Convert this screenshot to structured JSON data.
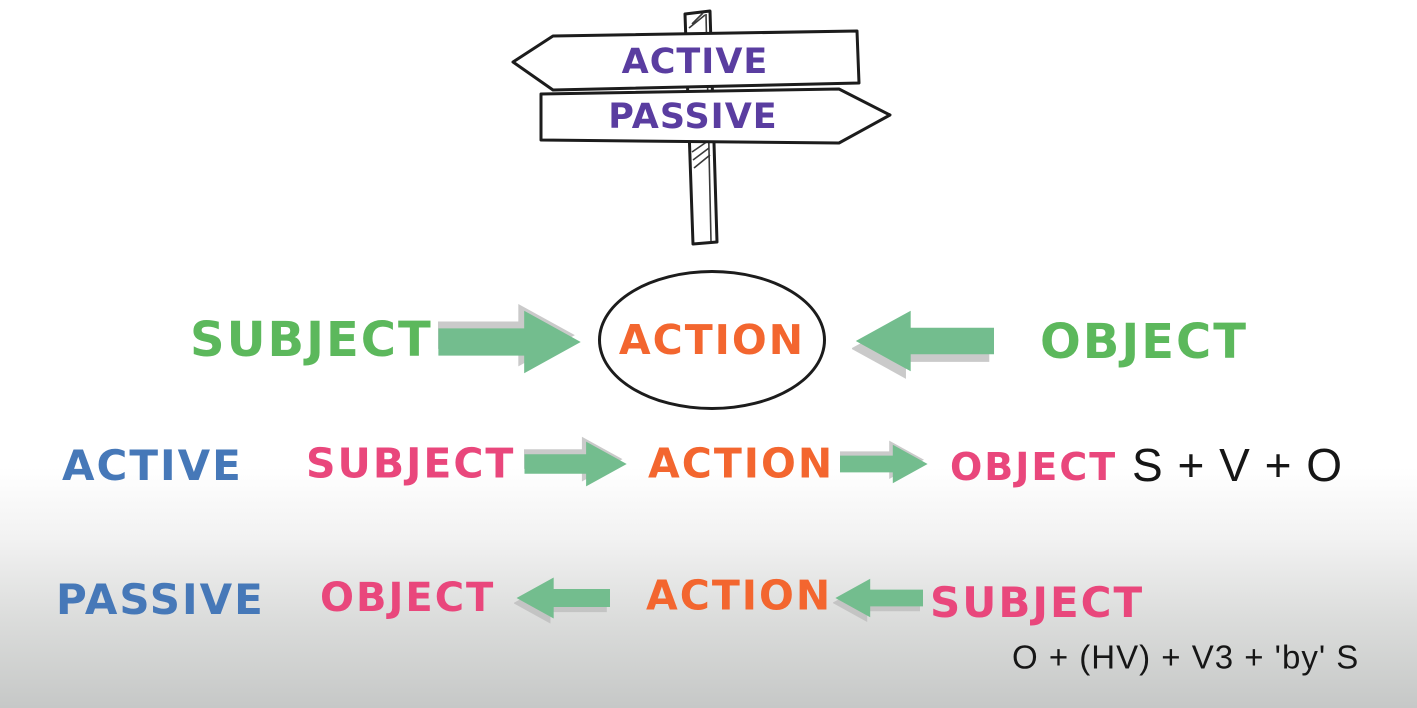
{
  "signpost": {
    "top_label": "ACTIVE",
    "bottom_label": "PASSIVE"
  },
  "concept_row": {
    "subject": "SUBJECT",
    "action": "ACTION",
    "object": "OBJECT"
  },
  "active_row": {
    "label": "ACTIVE",
    "subject": "SUBJECT",
    "action": "ACTION",
    "object": "OBJECT",
    "formula": "S + V + O"
  },
  "passive_row": {
    "label": "PASSIVE",
    "object": "OBJECT",
    "action": "ACTION",
    "subject": "SUBJECT",
    "formula": "O + (HV) + V3 + 'by' S"
  },
  "icons": {
    "arrow_right": "→",
    "arrow_left": "←",
    "signpost": "crossroads-signpost"
  },
  "colors": {
    "purple": "#5a3da0",
    "text-green": "#5cb85c",
    "arrow-green": "#73bd8e",
    "orange": "#f3662f",
    "blue": "#4678b8",
    "pink": "#e9477c",
    "ink": "#161616",
    "outline": "#1c1c1c",
    "shadow-gray": "#bdbdbd"
  }
}
